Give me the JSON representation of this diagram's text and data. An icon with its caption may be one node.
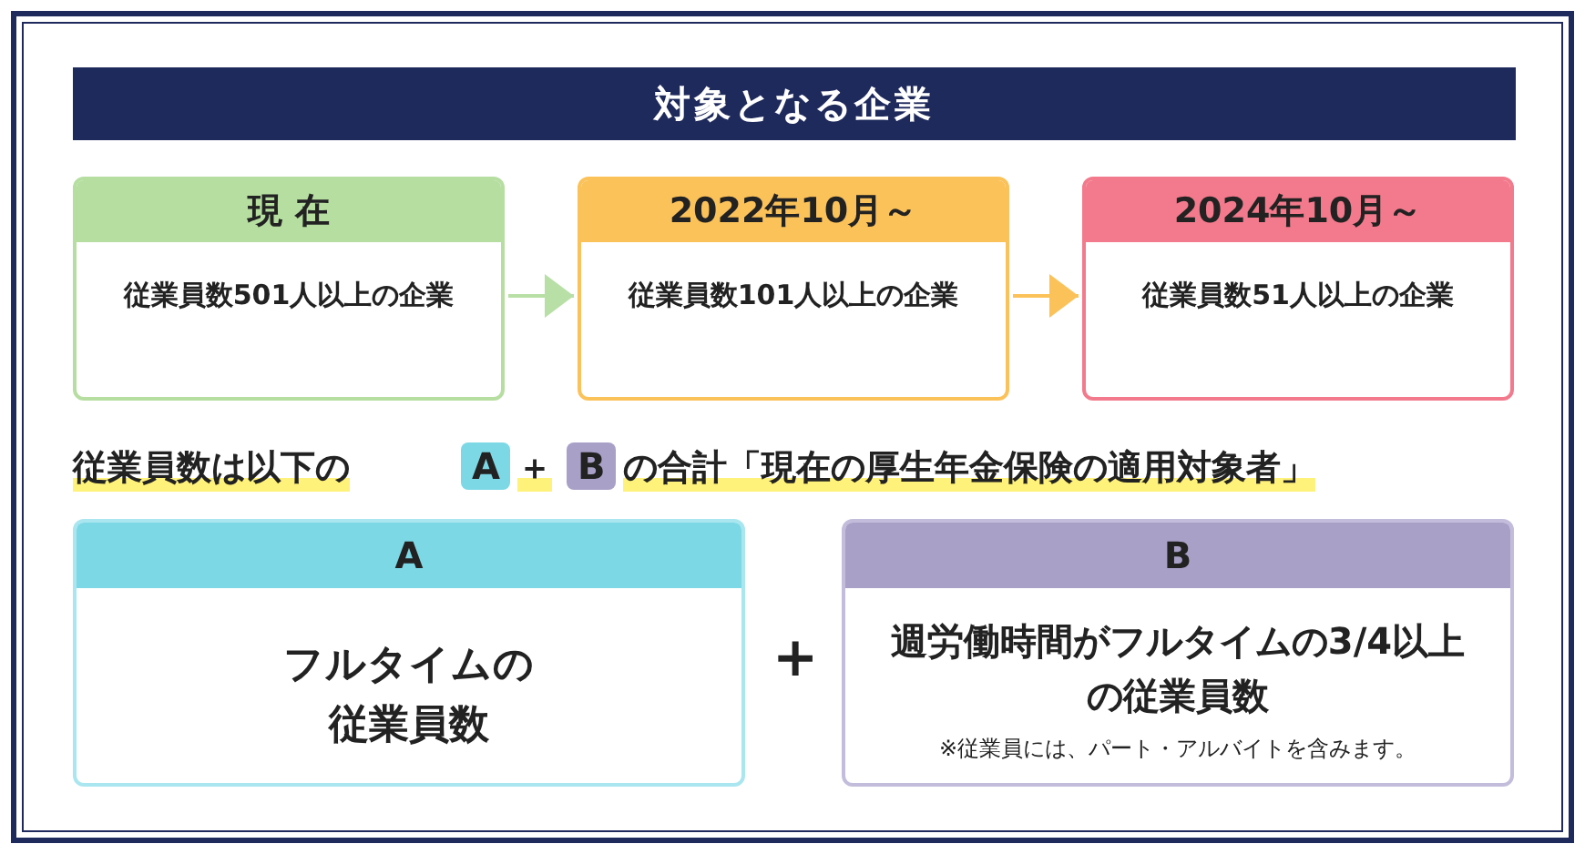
{
  "diagram": {
    "nodes": [
      {
        "text": [
          "対象となる企業"
        ]
      },
      {
        "text": [
          "現 在",
          "従業員数**501人以上**の企業"
        ]
      },
      {
        "text": [
          "2022年10月～",
          "従業員数**101人以上**の企業"
        ]
      },
      {
        "text": [
          "2024年10月～",
          "従業員数**51人以上**の企業"
        ]
      },
      {
        "text": [
          "A",
          "フルタイムの従業員数"
        ]
      },
      {
        "text": [
          "B",
          "週労働時間がフルタイムの3/4以上の従業員数",
          "※従業員には、パート・アルバイトを含みます。"
        ]
      }
    ],
    "edges": [
      {
        "from": 1,
        "to": 2,
        "arrow": "to",
        "color": "#b8e0a6"
      },
      {
        "from": 2,
        "to": 3,
        "arrow": "to",
        "color": "#fbc25a"
      }
    ],
    "labels": [
      "従業員数は以下の",
      "A",
      "＋",
      "B",
      "の合計「現在の厚生年金保険の適用対象者」",
      "+"
    ]
  }
}
